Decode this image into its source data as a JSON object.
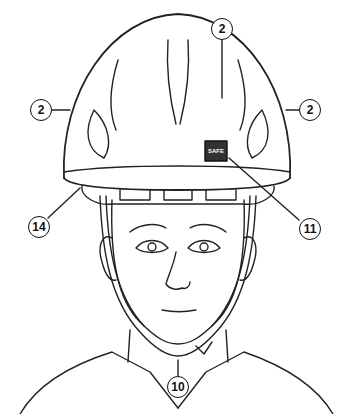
{
  "diagram": {
    "labels": [
      "2",
      "2",
      "2",
      "11",
      "14",
      "10",
      "SAFE"
    ]
  }
}
